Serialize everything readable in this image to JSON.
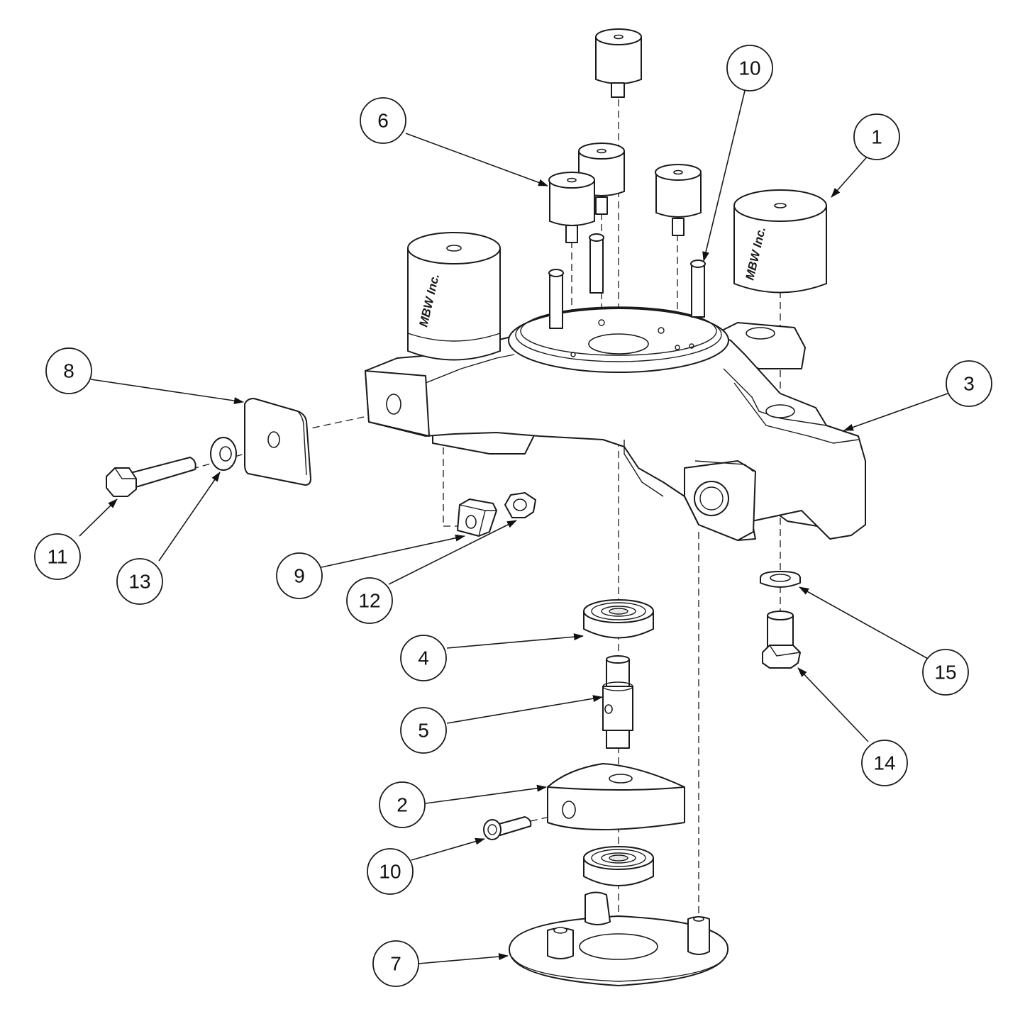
{
  "balloons": [
    {
      "id": "b1",
      "label": "1"
    },
    {
      "id": "b2",
      "label": "2"
    },
    {
      "id": "b3",
      "label": "3"
    },
    {
      "id": "b4",
      "label": "4"
    },
    {
      "id": "b5",
      "label": "5"
    },
    {
      "id": "b6",
      "label": "6"
    },
    {
      "id": "b7",
      "label": "7"
    },
    {
      "id": "b8",
      "label": "8"
    },
    {
      "id": "b9",
      "label": "9"
    },
    {
      "id": "b10a",
      "label": "10"
    },
    {
      "id": "b10b",
      "label": "10"
    },
    {
      "id": "b11",
      "label": "11"
    },
    {
      "id": "b12",
      "label": "12"
    },
    {
      "id": "b13",
      "label": "13"
    },
    {
      "id": "b14",
      "label": "14"
    },
    {
      "id": "b15",
      "label": "15"
    }
  ],
  "brand_marks": {
    "left_magnet": "MBW Inc.",
    "right_magnet": "MBW Inc."
  },
  "colors": {
    "line": "#1a1a1a",
    "background": "#ffffff"
  }
}
